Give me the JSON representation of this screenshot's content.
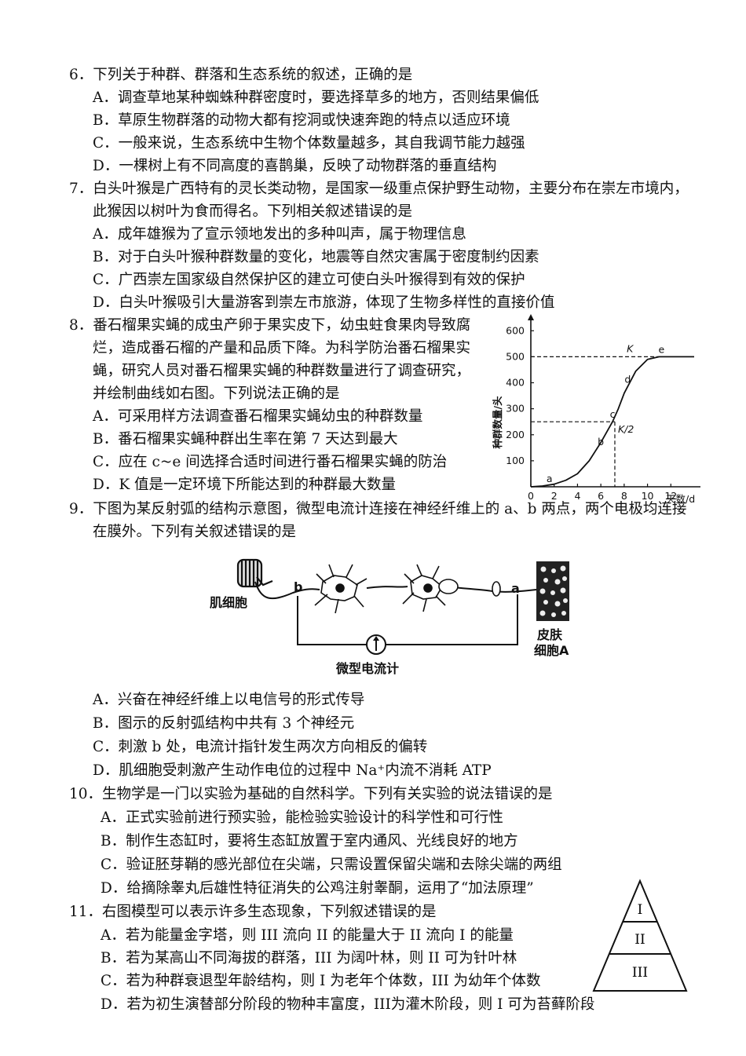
{
  "q6": {
    "stem": "6．下列关于种群、群落和生态系统的叙述，正确的是",
    "options": [
      "A．调查草地某种蜘蛛种群密度时，要选择草多的地方，否则结果偏低",
      "B．草原生物群落的动物大都有挖洞或快速奔跑的特点以适应环境",
      "C．一般来说，生态系统中生物个体数量越多，其自我调节能力越强",
      "D．一棵树上有不同高度的喜鹊巢，反映了动物群落的垂直结构"
    ]
  },
  "q7": {
    "stem": [
      "7．白头叶猴是广西特有的灵长类动物，是国家一级重点保护野生动物，主要分布在崇左市境内，",
      "此猴因以树叶为食而得名。下列相关叙述错误的是"
    ],
    "options": [
      "A．成年雄猴为了宣示领地发出的多种叫声，属于物理信息",
      "B．对于白头叶猴种群数量的变化，地震等自然灾害属于密度制约因素",
      "C．广西崇左国家级自然保护区的建立可使白头叶猴得到有效的保护",
      "D．白头叶猴吸引大量游客到崇左市旅游，体现了生物多样性的直接价值"
    ]
  },
  "q8": {
    "stem": [
      "8．番石榴果实蝇的成虫产卵于果实皮下，幼虫蛀食果肉导致腐",
      "烂，造成番石榴的产量和品质下降。为科学防治番石榴果实",
      "蝇，研究人员对番石榴果实蝇的种群数量进行了调查研究，",
      "并绘制曲线如右图。下列说法正确的是"
    ],
    "options": [
      "A．可采用样方法调查番石榴果实蝇幼虫的种群数量",
      "B．番石榴果实蝇种群出生率在第 7 天达到最大",
      "C．应在 c~e 间选择合适时间进行番石榴果实蝇的防治",
      "D．K 值是一定环境下所能达到的种群最大数量"
    ]
  },
  "chart_data": {
    "type": "line",
    "xlabel": "天数/d",
    "ylabel": "种群数量/头",
    "x_ticks": [
      "0",
      "2",
      "4",
      "6",
      "8",
      "10",
      "12"
    ],
    "y_ticks": [
      "100",
      "200",
      "300",
      "400",
      "500",
      "600"
    ],
    "xlim": [
      0,
      14
    ],
    "ylim": [
      0,
      640
    ],
    "series": [
      {
        "x": [
          0,
          1,
          2,
          3,
          4,
          5,
          6,
          7,
          7.5,
          8,
          9,
          10,
          11,
          12,
          14
        ],
        "y": [
          0,
          3,
          10,
          25,
          50,
          100,
          170,
          250,
          300,
          360,
          445,
          490,
          500,
          500,
          500
        ]
      }
    ],
    "point_labels": [
      "a",
      "b",
      "c",
      "d",
      "e"
    ],
    "K": 500,
    "K_label": "K",
    "K_half_label": "K/2",
    "K_half_x": 7.2
  },
  "q9": {
    "stem": [
      "9．下图为某反射弧的结构示意图，微型电流计连接在神经纤维上的 a、b 两点，两个电极均连接",
      "在膜外。下列有关叙述错误的是"
    ],
    "figure": {
      "muscle": "肌细胞",
      "skin_1": "皮肤",
      "skin_2": "细胞A",
      "meter": "微型电流计",
      "a": "a",
      "b": "b"
    },
    "options": [
      "A．兴奋在神经纤维上以电信号的形式传导",
      "B．图示的反射弧结构中共有 3 个神经元",
      "C．刺激 b 处，电流计指针发生两次方向相反的偏转",
      "D．肌细胞受刺激产生动作电位的过程中 Na⁺内流不消耗 ATP"
    ]
  },
  "q10": {
    "stem": "10．生物学是一门以实验为基础的自然科学。下列有关实验的说法错误的是",
    "options": [
      "A．正式实验前进行预实验，能检验实验设计的科学性和可行性",
      "B．制作生态缸时，要将生态缸放置于室内通风、光线良好的地方",
      "C．验证胚芽鞘的感光部位在尖端，只需设置保留尖端和去除尖端的两组",
      "D．给摘除睾丸后雄性特征消失的公鸡注射睾酮，运用了“加法原理”"
    ]
  },
  "q11": {
    "stem": "11．右图模型可以表示许多生态现象，下列叙述错误的是",
    "pyramid": [
      "I",
      "II",
      "III"
    ],
    "options": [
      "A．若为能量金字塔，则 III 流向 II 的能量大于 II 流向 I 的能量",
      "B．若为某高山不同海拔的群落，III 为阔叶林，则 II 可为针叶林",
      "C．若为种群衰退型年龄结构，则 I 为老年个体数，III 为幼年个体数",
      "D．若为初生演替部分阶段的物种丰富度，III为灌木阶段，则 I 可为苔藓阶段"
    ]
  }
}
